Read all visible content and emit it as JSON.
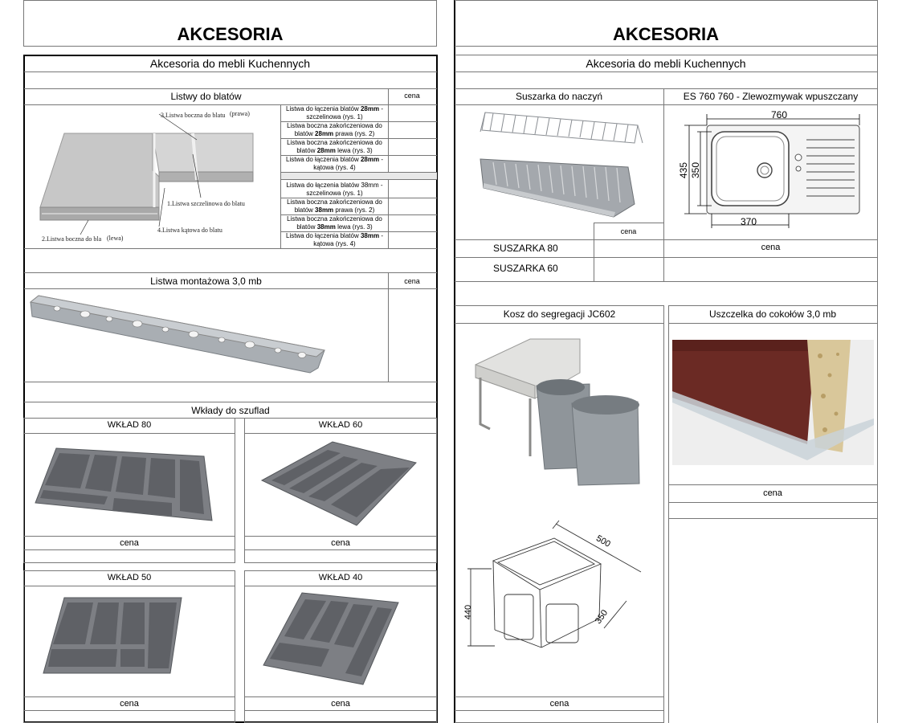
{
  "left": {
    "title": "AKCESORIA",
    "subtitle": "Akcesoria do mebli Kuchennych",
    "listwy": {
      "header": "Listwy do blatów",
      "price_label": "cena",
      "diagram_labels": {
        "l3": "3.Listwa boczna do blatu",
        "l3b": "(prawa)",
        "l1": "1.Listwa szczelinowa do blatu",
        "l4": "4.Listwa kątowa do blatu",
        "l2": "2.Listwa boczna do bla",
        "l2b": "(lewa)"
      },
      "rows28": [
        {
          "a": "Listwa do łączenia blatów ",
          "b": "28mm",
          "c": " -",
          "d": "szczelinowa (rys. 1)"
        },
        {
          "a": "Listwa boczna zakończeniowa do",
          "b": "",
          "c": "",
          "d": "blatów ",
          "e": "28mm",
          "f": " prawa (rys. 2)"
        },
        {
          "a": "Listwa boczna zakończeniowa do",
          "d": "blatów ",
          "e": "28mm",
          "f": " lewa (rys. 3)"
        },
        {
          "a": "Listwa do łączenia blatów ",
          "b": "28mm",
          "c": " -",
          "d": "kątowa (rys. 4)"
        }
      ],
      "rows38": [
        {
          "a": "Listwa do łączenia blatów 38mm -",
          "d": "szczelinowa (rys. 1)"
        },
        {
          "a": "Listwa boczna zakończeniowa do",
          "d": "blatów ",
          "e": "38mm",
          "f": " prawa (rys. 2)"
        },
        {
          "a": "Listwa boczna zakończeniowa do",
          "d": "blatów ",
          "e": "38mm",
          "f": " lewa (rys. 3)"
        },
        {
          "a": "Listwa do łączenia blatów ",
          "b": "38mm",
          "c": " -",
          "d": "kątowa (rys. 4)"
        }
      ]
    },
    "montazowa": {
      "header": "Listwa montażowa 3,0 mb",
      "price_label": "cena"
    },
    "wklady": {
      "header": "Wkłady do szuflad",
      "items": [
        {
          "label": "WKŁAD 80",
          "price": "cena"
        },
        {
          "label": "WKŁAD 60",
          "price": "cena"
        },
        {
          "label": "WKŁAD 50",
          "price": "cena"
        },
        {
          "label": "WKŁAD 40",
          "price": "cena"
        }
      ]
    }
  },
  "right": {
    "title": "AKCESORIA",
    "subtitle": "Akcesoria do mebli Kuchennych",
    "suszarka": {
      "header": "Suszarka do naczyń",
      "price_label": "cena",
      "items": [
        {
          "name": "SUSZARKA 80"
        },
        {
          "name": "SUSZARKA 60"
        }
      ]
    },
    "zlew": {
      "header": "ES 760 760 - Zlewozmywak wpuszczany",
      "price_label": "cena",
      "dims": {
        "w": "760",
        "h1": "435",
        "h2": "350",
        "bowl": "370"
      }
    },
    "kosz": {
      "header": "Kosz do segregacji JC602",
      "price_label": "cena",
      "dims": {
        "d": "500",
        "h": "440",
        "w": "350"
      }
    },
    "uszczelka": {
      "header": "Uszczelka do cokołów 3,0 mb",
      "price_label": "cena"
    }
  }
}
